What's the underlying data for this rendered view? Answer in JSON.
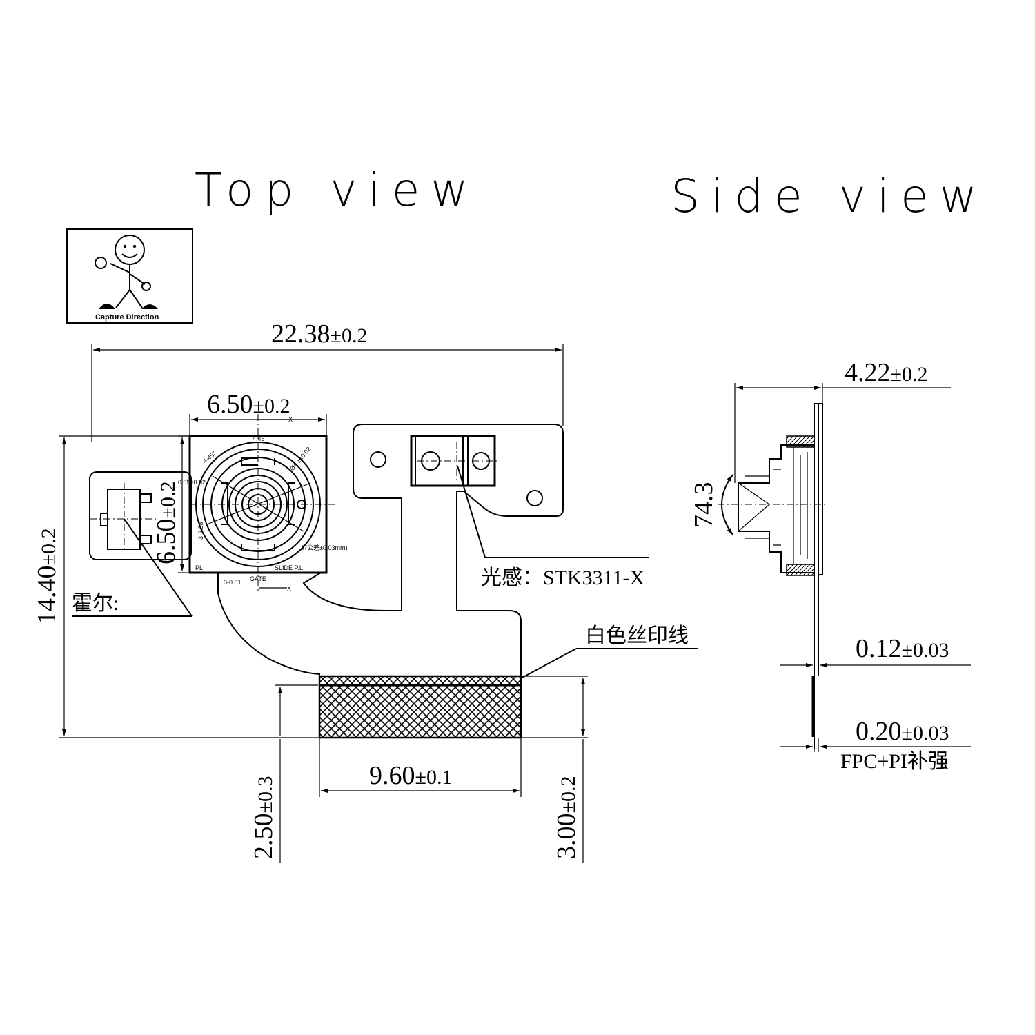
{
  "titles": {
    "top_view": "Top view",
    "side_view": "Side view"
  },
  "capture_box": {
    "label": "Capture Direction",
    "icon": "stick-figure-icon"
  },
  "top_view": {
    "overall_width": {
      "value": "22.38",
      "tol": "±0.2"
    },
    "overall_height": {
      "value": "14.40",
      "tol": "±0.2"
    },
    "module_width": {
      "value": "6.50",
      "tol": "±0.2"
    },
    "module_height": {
      "value": "6.50",
      "tol": "±0.2"
    },
    "connector_offset": {
      "value": "2.50",
      "tol": "±0.3"
    },
    "connector_width": {
      "value": "9.60",
      "tol": "±0.1"
    },
    "connector_height": {
      "value": "3.00",
      "tol": "±0.2"
    },
    "hall_label": "霍尔:",
    "light_sensor_label": "光感：STK3311-X",
    "silkscreen_label": "白色丝印线",
    "lens_notes": {
      "n1": "4.45",
      "n2": "4-45°",
      "n3": "0.05±0.02",
      "n4": "3-2.38",
      "n5": "Ø4.1±0.02",
      "n6": "7(公差±0.03mm)",
      "pl": "PL",
      "slide": "SLIDE P.L",
      "gate": "GATE",
      "n7": "3-0.81",
      "x1": "X",
      "x2": "X"
    }
  },
  "side_view": {
    "thickness": {
      "value": "4.22",
      "tol": "±0.2"
    },
    "fov_angle": "74.3",
    "fpc": {
      "value": "0.12",
      "tol": "±0.03"
    },
    "stiffener": {
      "value": "0.20",
      "tol": "±0.03"
    },
    "stiffener_label": "FPC+PI补强"
  }
}
